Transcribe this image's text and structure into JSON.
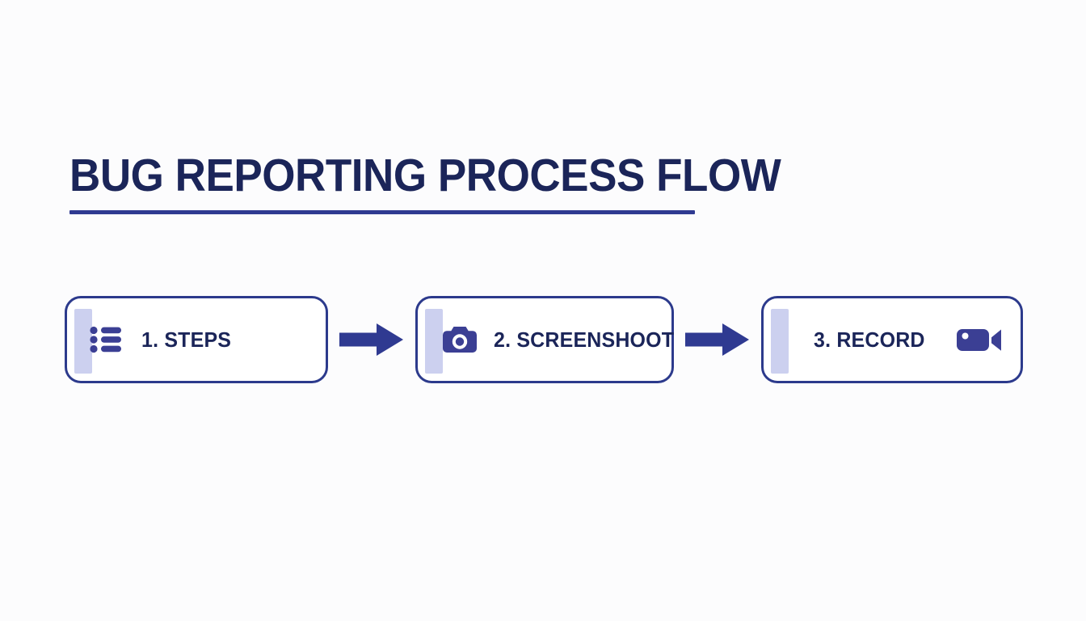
{
  "page": {
    "title": "BUG REPORTING PROCESS FLOW",
    "background_color": "#fcfcfd",
    "primary_color": "#2c3a8c",
    "title_color": "#1b2559",
    "accent_bar_color": "#ccd0ef",
    "underline_color": "#2f3a91"
  },
  "flow": {
    "steps": [
      {
        "label": "1. STEPS",
        "icon": "list-icon",
        "icon_position": "left"
      },
      {
        "label": "2. SCREENSHOOT",
        "icon": "camera-icon",
        "icon_position": "left"
      },
      {
        "label": "3. RECORD",
        "icon": "video-camera-icon",
        "icon_position": "right"
      }
    ],
    "connectors": [
      {
        "icon": "arrow-right-icon"
      },
      {
        "icon": "arrow-right-icon"
      }
    ]
  }
}
